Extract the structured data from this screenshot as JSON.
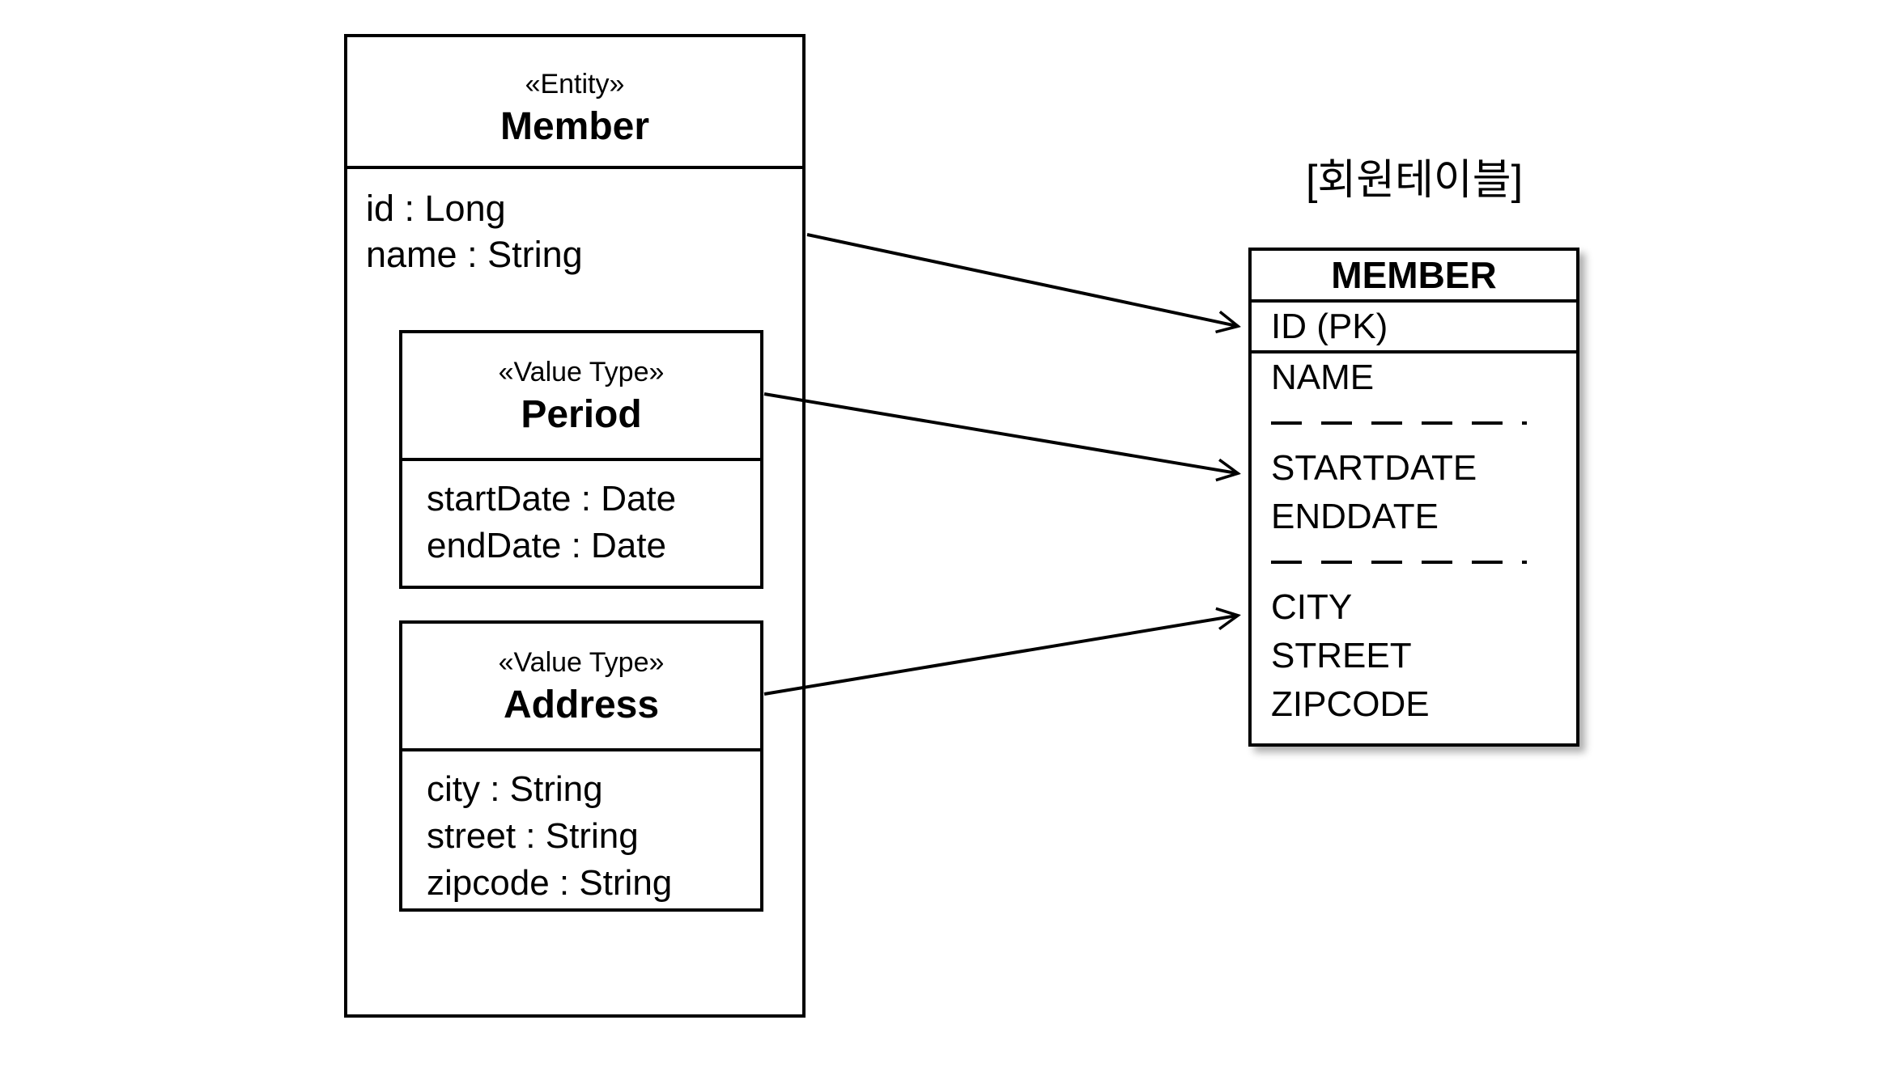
{
  "colors": {
    "ink": "#000000",
    "background": "#ffffff"
  },
  "uml": {
    "member": {
      "stereotype": "«Entity»",
      "name": "Member",
      "attributes": [
        "id : Long",
        "name : String"
      ]
    },
    "period": {
      "stereotype": "«Value Type»",
      "name": "Period",
      "attributes": [
        "startDate : Date",
        "endDate : Date"
      ]
    },
    "address": {
      "stereotype": "«Value Type»",
      "name": "Address",
      "attributes": [
        "city : String",
        "street : String",
        "zipcode : String"
      ]
    }
  },
  "table": {
    "caption": "[회원테이블]",
    "name": "MEMBER",
    "pk_row": "ID (PK)",
    "body_rows": [
      {
        "type": "text",
        "label": "NAME"
      },
      {
        "type": "divider"
      },
      {
        "type": "text",
        "label": "STARTDATE"
      },
      {
        "type": "text",
        "label": "ENDDATE"
      },
      {
        "type": "divider"
      },
      {
        "type": "text",
        "label": "CITY"
      },
      {
        "type": "text",
        "label": "STREET"
      },
      {
        "type": "text",
        "label": "ZIPCODE"
      }
    ]
  },
  "mappings": [
    {
      "from": "Member",
      "to": "ID (PK)"
    },
    {
      "from": "Period",
      "to": "STARTDATE / ENDDATE"
    },
    {
      "from": "Address",
      "to": "CITY / STREET / ZIPCODE"
    }
  ]
}
